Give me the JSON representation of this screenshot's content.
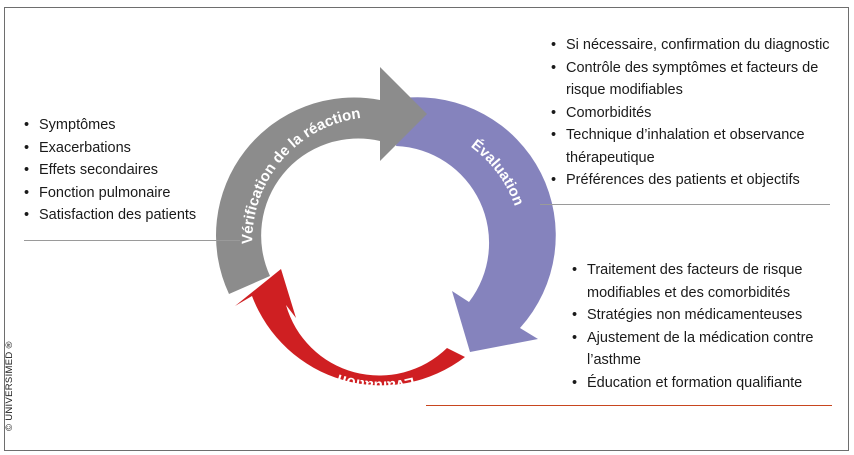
{
  "cycle": {
    "segments": [
      {
        "label": "Vérification de la réaction",
        "color": "#8c8c8c"
      },
      {
        "label": "Évaluation",
        "color": "#8583bd"
      },
      {
        "label": "Évaluation",
        "color": "#cf1f22"
      }
    ]
  },
  "lists": {
    "left": {
      "items": [
        "Symptômes",
        "Exacerbations",
        "Effets secondaires",
        "Fonction pulmonaire",
        "Satisfaction des patients"
      ],
      "line_color": "#9a9a9a"
    },
    "top_right": {
      "items": [
        "Si nécessaire, confirmation du diagnostic",
        "Contrôle des symptômes et facteurs de risque modifiables",
        "Comorbidités",
        "Technique d’inhalation et observance thérapeutique",
        "Préférences des patients et objectifs"
      ],
      "line_color": "#9a9a9a"
    },
    "bottom_right": {
      "items": [
        "Traitement des facteurs de risque modifiables et des comorbidités",
        "Stratégies non médicamenteuses",
        "Ajustement de la médication contre l’asthme",
        "Éducation et formation qualifiante"
      ],
      "line_color": "#c8461f"
    }
  },
  "credit": "© UNIVERSIMED ®"
}
